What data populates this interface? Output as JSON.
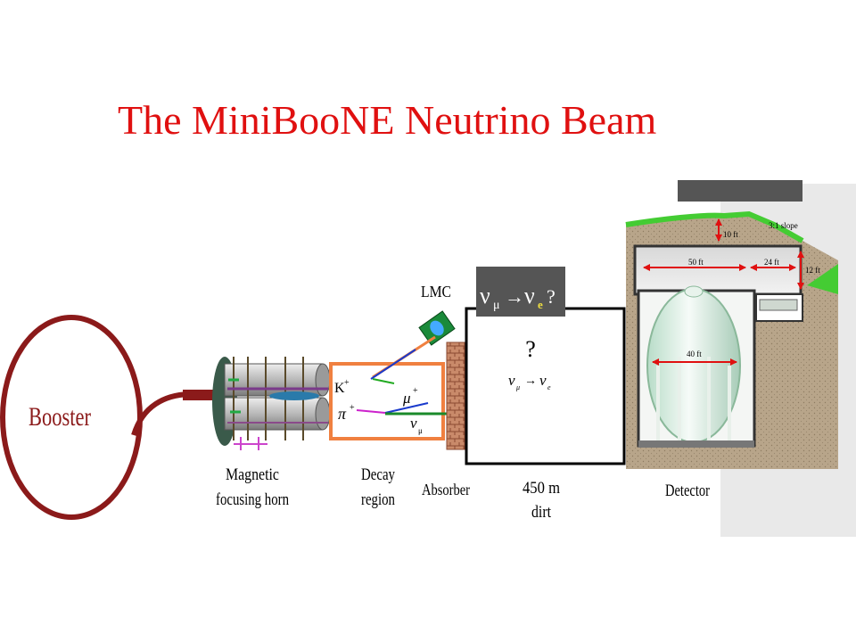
{
  "slide": {
    "title": "The MiniBooNE Neutrino Beam"
  },
  "diagram": {
    "booster_label": "Booster",
    "horn_label_line1": "Magnetic",
    "horn_label_line2": "focusing horn",
    "decay_label_line1": "Decay",
    "decay_label_line2": "region",
    "absorber_label": "Absorber",
    "dirt_label_line1": "450 m",
    "dirt_label_line2": "dirt",
    "detector_label": "Detector",
    "lmc_label": "LMC",
    "oscillation_box": {
      "nu": "ν",
      "mu_sub": "μ",
      "arrow": "→",
      "e_sub": "e",
      "question": "?"
    },
    "dirt_question": "?",
    "dirt_formula": {
      "nu1": "ν",
      "sub1": "μ",
      "arrow": "→",
      "nu2": "ν",
      "sub2": "e"
    },
    "particles": {
      "kaon": "K",
      "kaon_sup": "+",
      "pion": "π",
      "pion_sup": "+",
      "muon": "μ",
      "muon_sup": "+",
      "neutrino": "ν",
      "neutrino_sub": "μ"
    },
    "detector_dims": {
      "slope": "3:1 slope",
      "depth": "10 ft",
      "width": "50 ft",
      "side": "24 ft",
      "height": "12 ft",
      "sphere": "40 ft"
    }
  },
  "colors": {
    "title": "#e01010",
    "booster_ring": "#8b1a1a",
    "decay_box": "#f08040",
    "osc_box": "#555555",
    "osc_text": "#ffffff",
    "osc_e_sub": "#f0e040",
    "neutrino_arrow": "#1a8a2a",
    "absorber": "#c07050",
    "soil": "#b8a58a",
    "grass": "#44cc33",
    "dim_arrows": "#e01010",
    "panel_grey": "#e9e9e9",
    "dark_bar": "#555555"
  }
}
